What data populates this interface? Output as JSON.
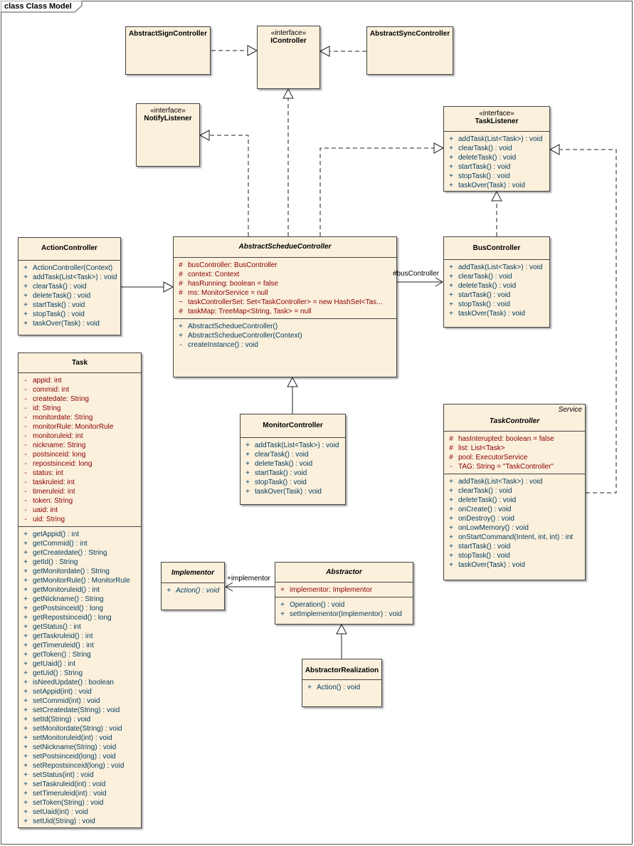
{
  "frame": {
    "title": "class Class Model"
  },
  "classes": {
    "abstract_sign_controller": {
      "name": "AbstractSignController"
    },
    "icontroller": {
      "stereotype": "«interface»",
      "name": "IController"
    },
    "abstract_sync_controller": {
      "name": "AbstractSyncController"
    },
    "notify_listener": {
      "stereotype": "«interface»",
      "name": "NotifyListener"
    },
    "task_listener": {
      "stereotype": "«interface»",
      "name": "TaskListener",
      "operations": [
        {
          "v": "+",
          "t": "addTask(List<Task>) : void"
        },
        {
          "v": "+",
          "t": "clearTask() : void"
        },
        {
          "v": "+",
          "t": "deleteTask() : void"
        },
        {
          "v": "+",
          "t": "startTask() : void"
        },
        {
          "v": "+",
          "t": "stopTask() : void"
        },
        {
          "v": "+",
          "t": "taskOver(Task) : void"
        }
      ]
    },
    "action_controller": {
      "name": "ActionController",
      "operations": [
        {
          "v": "+",
          "t": "ActionController(Context)"
        },
        {
          "v": "+",
          "t": "addTask(List<Task>) : void"
        },
        {
          "v": "+",
          "t": "clearTask() : void"
        },
        {
          "v": "+",
          "t": "deleteTask() : void"
        },
        {
          "v": "+",
          "t": "startTask() : void"
        },
        {
          "v": "+",
          "t": "stopTask() : void"
        },
        {
          "v": "+",
          "t": "taskOver(Task) : void"
        }
      ]
    },
    "abstract_schedue_controller": {
      "name": "AbstractSchedueController",
      "attributes": [
        {
          "v": "#",
          "t": "busController:  BusController"
        },
        {
          "v": "#",
          "t": "context:  Context"
        },
        {
          "v": "#",
          "t": "hasRunning:  boolean = false"
        },
        {
          "v": "#",
          "t": "ms:  MonitorService = null"
        },
        {
          "v": "~",
          "t": "taskControllerSet:  Set<TaskController> = new HashSet<Tas..."
        },
        {
          "v": "#",
          "t": "taskMap:  TreeMap<String, Task> = null"
        }
      ],
      "operations": [
        {
          "v": "+",
          "t": "AbstractSchedueController()"
        },
        {
          "v": "+",
          "t": "AbstractSchedueController(Context)"
        },
        {
          "v": "-",
          "t": "createInstance() : void"
        }
      ]
    },
    "bus_controller": {
      "name": "BusController",
      "operations": [
        {
          "v": "+",
          "t": "addTask(List<Task>) : void"
        },
        {
          "v": "+",
          "t": "clearTask() : void"
        },
        {
          "v": "+",
          "t": "deleteTask() : void"
        },
        {
          "v": "+",
          "t": "startTask() : void"
        },
        {
          "v": "+",
          "t": "stopTask() : void"
        },
        {
          "v": "+",
          "t": "taskOver(Task) : void"
        }
      ]
    },
    "task": {
      "name": "Task",
      "attributes": [
        {
          "v": "-",
          "t": "appid:  int"
        },
        {
          "v": "-",
          "t": "commid:  int"
        },
        {
          "v": "-",
          "t": "createdate:  String"
        },
        {
          "v": "-",
          "t": "id:  String"
        },
        {
          "v": "-",
          "t": "monitordate:  String"
        },
        {
          "v": "-",
          "t": "monitorRule:  MonitorRule"
        },
        {
          "v": "-",
          "t": "monitoruleid:  int"
        },
        {
          "v": "-",
          "t": "nickname:  String"
        },
        {
          "v": "-",
          "t": "postsinceid:  long"
        },
        {
          "v": "-",
          "t": "repostsinceid:  long"
        },
        {
          "v": "-",
          "t": "status:  int"
        },
        {
          "v": "-",
          "t": "taskruleid:  int"
        },
        {
          "v": "-",
          "t": "timeruleid:  int"
        },
        {
          "v": "-",
          "t": "token:  String"
        },
        {
          "v": "-",
          "t": "uaid:  int"
        },
        {
          "v": "-",
          "t": "uid:  String"
        }
      ],
      "operations": [
        {
          "v": "+",
          "t": "getAppid() : int"
        },
        {
          "v": "+",
          "t": "getCommid() : int"
        },
        {
          "v": "+",
          "t": "getCreatedate() : String"
        },
        {
          "v": "+",
          "t": "getId() : String"
        },
        {
          "v": "+",
          "t": "getMonitordate() : String"
        },
        {
          "v": "+",
          "t": "getMonitorRule() : MonitorRule"
        },
        {
          "v": "+",
          "t": "getMonitoruleid() : int"
        },
        {
          "v": "+",
          "t": "getNickname() : String"
        },
        {
          "v": "+",
          "t": "getPostsinceid() : long"
        },
        {
          "v": "+",
          "t": "getRepostsinceid() : long"
        },
        {
          "v": "+",
          "t": "getStatus() : int"
        },
        {
          "v": "+",
          "t": "getTaskruleid() : int"
        },
        {
          "v": "+",
          "t": "getTimeruleid() : int"
        },
        {
          "v": "+",
          "t": "getToken() : String"
        },
        {
          "v": "+",
          "t": "getUaid() : int"
        },
        {
          "v": "+",
          "t": "getUid() : String"
        },
        {
          "v": "+",
          "t": "isNeedUpdate() : boolean"
        },
        {
          "v": "+",
          "t": "setAppid(int) : void"
        },
        {
          "v": "+",
          "t": "setCommid(int) : void"
        },
        {
          "v": "+",
          "t": "setCreatedate(String) : void"
        },
        {
          "v": "+",
          "t": "setId(String) : void"
        },
        {
          "v": "+",
          "t": "setMonitordate(String) : void"
        },
        {
          "v": "+",
          "t": "setMonitoruleid(int) : void"
        },
        {
          "v": "+",
          "t": "setNickname(String) : void"
        },
        {
          "v": "+",
          "t": "setPostsinceid(long) : void"
        },
        {
          "v": "+",
          "t": "setRepostsinceid(long) : void"
        },
        {
          "v": "+",
          "t": "setStatus(int) : void"
        },
        {
          "v": "+",
          "t": "setTaskruleid(int) : void"
        },
        {
          "v": "+",
          "t": "setTimeruleid(int) : void"
        },
        {
          "v": "+",
          "t": "setToken(String) : void"
        },
        {
          "v": "+",
          "t": "setUaid(int) : void"
        },
        {
          "v": "+",
          "t": "setUid(String) : void"
        }
      ]
    },
    "monitor_controller": {
      "name": "MonitorController",
      "operations": [
        {
          "v": "+",
          "t": "addTask(List<Task>) : void"
        },
        {
          "v": "+",
          "t": "clearTask() : void"
        },
        {
          "v": "+",
          "t": "deleteTask() : void"
        },
        {
          "v": "+",
          "t": "startTask() : void"
        },
        {
          "v": "+",
          "t": "stopTask() : void"
        },
        {
          "v": "+",
          "t": "taskOver(Task) : void"
        }
      ]
    },
    "task_controller": {
      "keyword": "Service",
      "name": "TaskController",
      "attributes": [
        {
          "v": "#",
          "t": "hasInterupted:  boolean = false"
        },
        {
          "v": "#",
          "t": "list:  List<Task>"
        },
        {
          "v": "#",
          "t": "pool:  ExecutorService"
        },
        {
          "v": "-",
          "t": "TAG:  String = \"TaskController\""
        }
      ],
      "operations": [
        {
          "v": "+",
          "t": "addTask(List<Task>) : void"
        },
        {
          "v": "+",
          "t": "clearTask() : void"
        },
        {
          "v": "+",
          "t": "deleteTask() : void"
        },
        {
          "v": "+",
          "t": "onCreate() : void"
        },
        {
          "v": "+",
          "t": "onDestroy() : void"
        },
        {
          "v": "+",
          "t": "onLowMemory() : void"
        },
        {
          "v": "+",
          "t": "onStartCommand(Intent, int, int) : int"
        },
        {
          "v": "+",
          "t": "startTask() : void"
        },
        {
          "v": "+",
          "t": "stopTask() : void"
        },
        {
          "v": "+",
          "t": "taskOver(Task) : void"
        }
      ]
    },
    "implementor": {
      "name": "Implementor",
      "operations": [
        {
          "v": "+",
          "t": "Action() : void"
        }
      ]
    },
    "abstractor": {
      "name": "Abstractor",
      "attributes": [
        {
          "v": "+",
          "t": "implementor:  Implementor"
        }
      ],
      "operations": [
        {
          "v": "+",
          "t": "Operation() : void"
        },
        {
          "v": "+",
          "t": "setImplementor(Implementor) : void"
        }
      ]
    },
    "abstractor_realization": {
      "name": "AbstractorRealization",
      "operations": [
        {
          "v": "+",
          "t": "Action() : void"
        }
      ]
    }
  },
  "edge_labels": {
    "bus_controller_role": "#busController",
    "implementor_role": "+implementor"
  }
}
